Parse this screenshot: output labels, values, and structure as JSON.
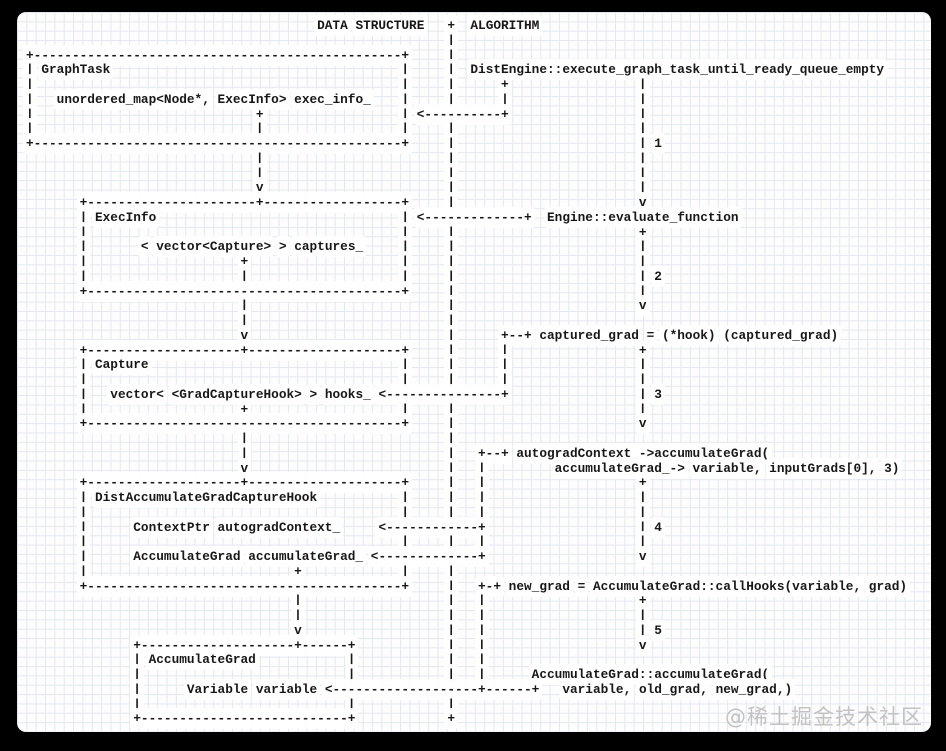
{
  "header": {
    "left_title": "DATA STRUCTURE",
    "separator": "+",
    "right_title": "ALGORITHM"
  },
  "colors": {
    "frame_background": "#000000",
    "panel_background": "#fdfdfe",
    "grid_line": "#e4e8ef",
    "ink": "#171717",
    "watermark": "#c2c2c2"
  },
  "watermark": {
    "text": "@稀土掘金技术社区"
  },
  "diagram": {
    "step_numbers": [
      "1",
      "2",
      "3",
      "4",
      "5"
    ],
    "lines": [
      "                                      DATA STRUCTURE   +  ALGORITHM",
      "                                                       |",
      "+------------------------------------------------+     |",
      "| GraphTask                                      |     |  DistEngine::execute_graph_task_until_ready_queue_empty",
      "|                                                |     |      +                 |",
      "|   unordered_map<Node*, ExecInfo> exec_info_    |     |      |                 |",
      "|                             +                  | <----------+                 |",
      "|                             |                  |     |                        |",
      "+------------------------------------------------+     |                        | 1",
      "                              |                        |                        |",
      "                              |                        |                        |",
      "                              v                        |                        |",
      "       +----------------------+------------------+     |                        v",
      "       | ExecInfo                                | <-------------+  Engine::evaluate_function",
      "       |                                         |     |                        +",
      "       |       < vector<Capture> > captures_     |     |                        |",
      "       |                    +                    |     |                        |",
      "       |                    |                    |     |                        | 2",
      "       +-----------------------------------------+     |                        |",
      "                            |                          |                        v",
      "                            |                          |",
      "                            v                          |      +--+ captured_grad = (*hook) (captured_grad)",
      "       +--------------------+--------------------+     |      |                 +",
      "       | Capture                                 |     |      |                 |",
      "       |                                         |     |      |                 |",
      "       |   vector< <GradCaptureHook> > hooks_ <---------------+                 | 3",
      "       |                    +                    |     |                        |",
      "       +-----------------------------------------+     |                        v",
      "                            |                          |",
      "                            |                          |   +--+ autogradContext_->accumulateGrad(",
      "                            v                          |   |         accumulateGrad_-> variable, inputGrads[0], 3)",
      "       +--------------------+--------------------+     |   |                    +",
      "       | DistAccumulateGradCaptureHook           |     |   |                    |",
      "       |                                         |     |   |                    |",
      "       |      ContextPtr autogradContext_     <------------+                    | 4",
      "       |                                         |     |   |                    |",
      "       |      AccumulateGrad accumulateGrad_ <-------------+                    v",
      "       |                           +             |     |",
      "       +-----------------------------------------+     |   +-+ new_grad = AccumulateGrad::callHooks(variable, grad)",
      "                                   |                   |   |                    +",
      "                                   |                   |   |                    |",
      "                                   v                   |   |                    | 5",
      "              +--------------------+------+            |   |                    v",
      "              | AccumulateGrad            |            |   |",
      "              |                           |            |   |      AccumulateGrad::accumulateGrad(",
      "              |      Variable variable <-------------------+------+   variable, old_grad, new_grad,)",
      "              |                           |            |",
      "              +---------------------------+            +"
    ]
  }
}
